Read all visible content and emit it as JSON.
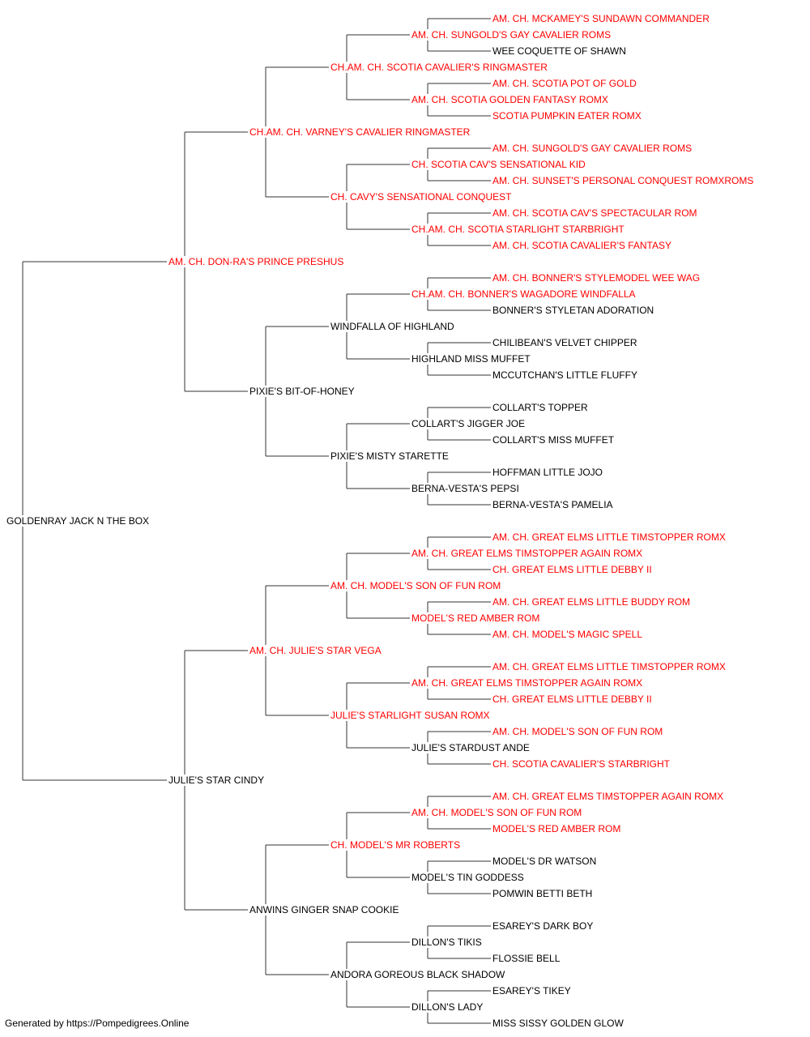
{
  "colors": {
    "champion": "#ff0000",
    "regular": "#000000",
    "line": "#333333"
  },
  "pedigree": {
    "name": "GOLDENRAY JACK N THE BOX",
    "champion": false,
    "sire": {
      "name": "AM. CH. DON-RA'S PRINCE PRESHUS",
      "champion": true,
      "sire": {
        "name": "CH.AM. CH. VARNEY'S CAVALIER RINGMASTER",
        "champion": true,
        "sire": {
          "name": "CH.AM. CH. SCOTIA CAVALIER'S RINGMASTER",
          "champion": true,
          "sire": {
            "name": "AM. CH. SUNGOLD'S GAY CAVALIER ROMS",
            "champion": true,
            "sire": {
              "name": "AM. CH. MCKAMEY'S SUNDAWN COMMANDER",
              "champion": true
            },
            "dam": {
              "name": "WEE COQUETTE OF SHAWN",
              "champion": false
            }
          },
          "dam": {
            "name": "AM. CH. SCOTIA GOLDEN FANTASY ROMX",
            "champion": true,
            "sire": {
              "name": "AM. CH. SCOTIA POT OF GOLD",
              "champion": true
            },
            "dam": {
              "name": "SCOTIA PUMPKIN EATER ROMX",
              "champion": true
            }
          }
        },
        "dam": {
          "name": "CH. CAVY'S SENSATIONAL CONQUEST",
          "champion": true,
          "sire": {
            "name": "CH. SCOTIA CAV'S SENSATIONAL KID",
            "champion": true,
            "sire": {
              "name": "AM. CH. SUNGOLD'S GAY CAVALIER ROMS",
              "champion": true
            },
            "dam": {
              "name": "AM. CH. SUNSET'S PERSONAL CONQUEST ROMXROMS",
              "champion": true
            }
          },
          "dam": {
            "name": "CH.AM. CH. SCOTIA STARLIGHT STARBRIGHT",
            "champion": true,
            "sire": {
              "name": "AM. CH. SCOTIA CAV'S SPECTACULAR ROM",
              "champion": true
            },
            "dam": {
              "name": "AM. CH. SCOTIA CAVALIER'S FANTASY",
              "champion": true
            }
          }
        }
      },
      "dam": {
        "name": "PIXIE'S BIT-OF-HONEY",
        "champion": false,
        "sire": {
          "name": "WINDFALLA OF HIGHLAND",
          "champion": false,
          "sire": {
            "name": "CH.AM. CH. BONNER'S WAGADORE WINDFALLA",
            "champion": true,
            "sire": {
              "name": "AM. CH. BONNER'S STYLEMODEL WEE WAG",
              "champion": true
            },
            "dam": {
              "name": "BONNER'S STYLETAN ADORATION",
              "champion": false
            }
          },
          "dam": {
            "name": "HIGHLAND MISS MUFFET",
            "champion": false,
            "sire": {
              "name": "CHILIBEAN'S VELVET CHIPPER",
              "champion": false
            },
            "dam": {
              "name": "MCCUTCHAN'S LITTLE FLUFFY",
              "champion": false
            }
          }
        },
        "dam": {
          "name": "PIXIE'S MISTY STARETTE",
          "champion": false,
          "sire": {
            "name": "COLLART'S JIGGER JOE",
            "champion": false,
            "sire": {
              "name": "COLLART'S TOPPER",
              "champion": false
            },
            "dam": {
              "name": "COLLART'S MISS MUFFET",
              "champion": false
            }
          },
          "dam": {
            "name": "BERNA-VESTA'S PEPSI",
            "champion": false,
            "sire": {
              "name": "HOFFMAN LITTLE JOJO",
              "champion": false
            },
            "dam": {
              "name": "BERNA-VESTA'S PAMELIA",
              "champion": false
            }
          }
        }
      }
    },
    "dam": {
      "name": "JULIE'S STAR CINDY",
      "champion": false,
      "sire": {
        "name": "AM. CH. JULIE'S STAR VEGA",
        "champion": true,
        "sire": {
          "name": "AM. CH. MODEL'S SON OF FUN ROM",
          "champion": true,
          "sire": {
            "name": "AM. CH. GREAT ELMS TIMSTOPPER AGAIN ROMX",
            "champion": true,
            "sire": {
              "name": "AM. CH. GREAT ELMS LITTLE TIMSTOPPER ROMX",
              "champion": true
            },
            "dam": {
              "name": "CH. GREAT ELMS LITTLE DEBBY II",
              "champion": true
            }
          },
          "dam": {
            "name": "MODEL'S RED AMBER ROM",
            "champion": true,
            "sire": {
              "name": "AM. CH. GREAT ELMS LITTLE BUDDY ROM",
              "champion": true
            },
            "dam": {
              "name": "AM. CH. MODEL'S MAGIC SPELL",
              "champion": true
            }
          }
        },
        "dam": {
          "name": "JULIE'S STARLIGHT SUSAN ROMX",
          "champion": true,
          "sire": {
            "name": "AM. CH. GREAT ELMS TIMSTOPPER AGAIN ROMX",
            "champion": true,
            "sire": {
              "name": "AM. CH. GREAT ELMS LITTLE TIMSTOPPER ROMX",
              "champion": true
            },
            "dam": {
              "name": "CH. GREAT ELMS LITTLE DEBBY II",
              "champion": true
            }
          },
          "dam": {
            "name": "JULIE'S STARDUST ANDE",
            "champion": false,
            "sire": {
              "name": "AM. CH. MODEL'S SON OF FUN ROM",
              "champion": true
            },
            "dam": {
              "name": "CH. SCOTIA CAVALIER'S STARBRIGHT",
              "champion": true
            }
          }
        }
      },
      "dam": {
        "name": "ANWINS GINGER SNAP COOKIE",
        "champion": false,
        "sire": {
          "name": "CH. MODEL'S MR ROBERTS",
          "champion": true,
          "sire": {
            "name": "AM. CH. MODEL'S SON OF FUN ROM",
            "champion": true,
            "sire": {
              "name": "AM. CH. GREAT ELMS TIMSTOPPER AGAIN ROMX",
              "champion": true
            },
            "dam": {
              "name": "MODEL'S RED AMBER ROM",
              "champion": true
            }
          },
          "dam": {
            "name": "MODEL'S TIN GODDESS",
            "champion": false,
            "sire": {
              "name": "MODEL'S DR WATSON",
              "champion": false
            },
            "dam": {
              "name": "POMWIN BETTI BETH",
              "champion": false
            }
          }
        },
        "dam": {
          "name": "ANDORA GOREOUS BLACK SHADOW",
          "champion": false,
          "sire": {
            "name": "DILLON'S TIKIS",
            "champion": false,
            "sire": {
              "name": "ESAREY'S DARK BOY",
              "champion": false
            },
            "dam": {
              "name": "FLOSSIE BELL",
              "champion": false
            }
          },
          "dam": {
            "name": "DILLON'S LADY",
            "champion": false,
            "sire": {
              "name": "ESAREY'S TIKEY",
              "champion": false
            },
            "dam": {
              "name": "MISS SISSY GOLDEN GLOW",
              "champion": false
            }
          }
        }
      }
    }
  },
  "footer": {
    "text": "Generated by https://Pompedigrees.Online"
  }
}
